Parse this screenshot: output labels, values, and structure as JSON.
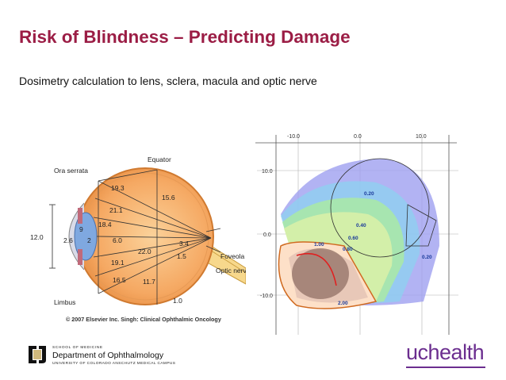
{
  "slide": {
    "title": "Risk of Blindness – Predicting Damage",
    "subtitle": "Dosimetry calculation to lens, sclera, macula and optic nerve"
  },
  "eye_figure": {
    "labels": {
      "equator": "Equator",
      "ora_serrata": "Ora serrata",
      "foveola": "Foveola",
      "optic_nerve": "Optic nerve",
      "limbus": "Limbus"
    },
    "measurements": {
      "m19_3": "19.3",
      "m15_6": "15.6",
      "m21_1": "21.1",
      "m18_4": "18.4",
      "m9": "9",
      "m12_0": "12.0",
      "m2_6": "2.6",
      "m2": "2",
      "m6_0": "6.0",
      "m22_0": "22.0",
      "m3_4": "3.4",
      "m1_5": "1.5",
      "m19_1": "19.1",
      "m16_5": "16.5",
      "m11_7": "11.7",
      "m1_0": "1.0"
    },
    "copyright": "© 2007 Elsevier Inc. Singh: Clinical Ophthalmic Oncology"
  },
  "dose_figure": {
    "x_ticks": [
      "-10.0",
      "0.0",
      "10.0"
    ],
    "y_ticks": [
      "10.0",
      "0.0",
      "-10.0"
    ],
    "isodose_labels": [
      "0.20",
      "0.40",
      "0.60",
      "0.80",
      "0.20",
      "1.00",
      "2.00"
    ]
  },
  "footer": {
    "school": "SCHOOL OF MEDICINE",
    "department": "Department of Ophthalmology",
    "university": "UNIVERSITY OF COLORADO ANSCHUTZ MEDICAL CAMPUS",
    "brand": "uchealth"
  },
  "colors": {
    "title": "#9b1d45",
    "brand": "#6b2e8f"
  }
}
